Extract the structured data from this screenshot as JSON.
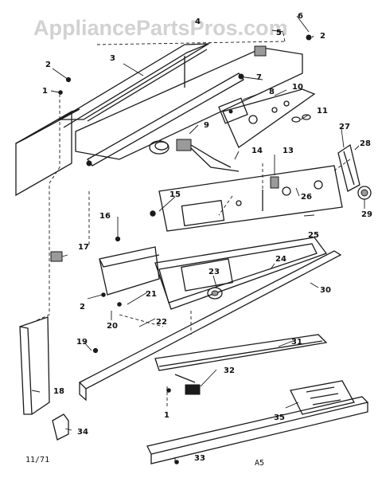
{
  "watermark": "AppliancePartsPros.com",
  "footer": {
    "date_code": "11/71",
    "page_code": "A5"
  },
  "callouts": [
    {
      "id": "c1a",
      "label": "1"
    },
    {
      "id": "c1b",
      "label": "1"
    },
    {
      "id": "c2a",
      "label": "2"
    },
    {
      "id": "c2b",
      "label": "2"
    },
    {
      "id": "c2c",
      "label": "2"
    },
    {
      "id": "c3",
      "label": "3"
    },
    {
      "id": "c4",
      "label": "4"
    },
    {
      "id": "c5",
      "label": "5"
    },
    {
      "id": "c6",
      "label": "6"
    },
    {
      "id": "c7",
      "label": "7"
    },
    {
      "id": "c8",
      "label": "8"
    },
    {
      "id": "c9",
      "label": "9"
    },
    {
      "id": "c10",
      "label": "10"
    },
    {
      "id": "c11",
      "label": "11"
    },
    {
      "id": "c13",
      "label": "13"
    },
    {
      "id": "c14",
      "label": "14"
    },
    {
      "id": "c15",
      "label": "15"
    },
    {
      "id": "c16",
      "label": "16"
    },
    {
      "id": "c17",
      "label": "17"
    },
    {
      "id": "c18",
      "label": "18"
    },
    {
      "id": "c19",
      "label": "19"
    },
    {
      "id": "c20",
      "label": "20"
    },
    {
      "id": "c21",
      "label": "21"
    },
    {
      "id": "c22",
      "label": "22"
    },
    {
      "id": "c23",
      "label": "23"
    },
    {
      "id": "c24",
      "label": "24"
    },
    {
      "id": "c25",
      "label": "25"
    },
    {
      "id": "c26",
      "label": "26"
    },
    {
      "id": "c27",
      "label": "27"
    },
    {
      "id": "c28",
      "label": "28"
    },
    {
      "id": "c29",
      "label": "29"
    },
    {
      "id": "c30",
      "label": "30"
    },
    {
      "id": "c31",
      "label": "31"
    },
    {
      "id": "c32",
      "label": "32"
    },
    {
      "id": "c33",
      "label": "33"
    },
    {
      "id": "c34",
      "label": "34"
    },
    {
      "id": "c35",
      "label": "35"
    }
  ]
}
